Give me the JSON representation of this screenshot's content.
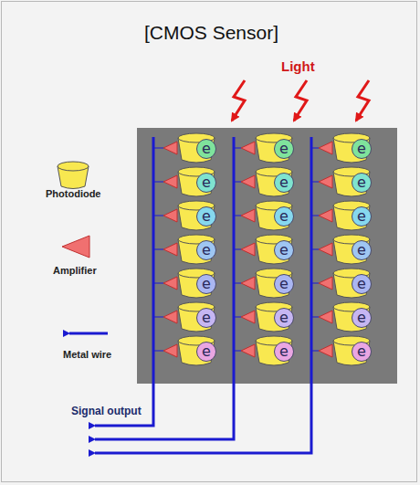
{
  "diagram": {
    "title": "[CMOS Sensor]",
    "nodes": [
      {
        "text": [
          "e"
        ]
      },
      {
        "text": [
          "e"
        ]
      },
      {
        "text": [
          "e"
        ]
      },
      {
        "text": [
          "e"
        ]
      },
      {
        "text": [
          "e"
        ]
      },
      {
        "text": [
          "e"
        ]
      },
      {
        "text": [
          "e"
        ]
      },
      {
        "text": [
          "e"
        ]
      },
      {
        "text": [
          "e"
        ]
      },
      {
        "text": [
          "e"
        ]
      },
      {
        "text": [
          "e"
        ]
      },
      {
        "text": [
          "e"
        ]
      },
      {
        "text": [
          "e"
        ]
      },
      {
        "text": [
          "e"
        ]
      },
      {
        "text": [
          "e"
        ]
      },
      {
        "text": [
          "e"
        ]
      },
      {
        "text": [
          "e"
        ]
      },
      {
        "text": [
          "e"
        ]
      },
      {
        "text": [
          "e"
        ]
      },
      {
        "text": [
          "e"
        ]
      },
      {
        "text": [
          "e"
        ]
      }
    ],
    "labels": [
      "Light",
      "Signal output"
    ],
    "legend": [
      {
        "text": "Photodiode"
      },
      {
        "text": "Amplifier"
      },
      {
        "text": "Metal wire"
      }
    ]
  }
}
